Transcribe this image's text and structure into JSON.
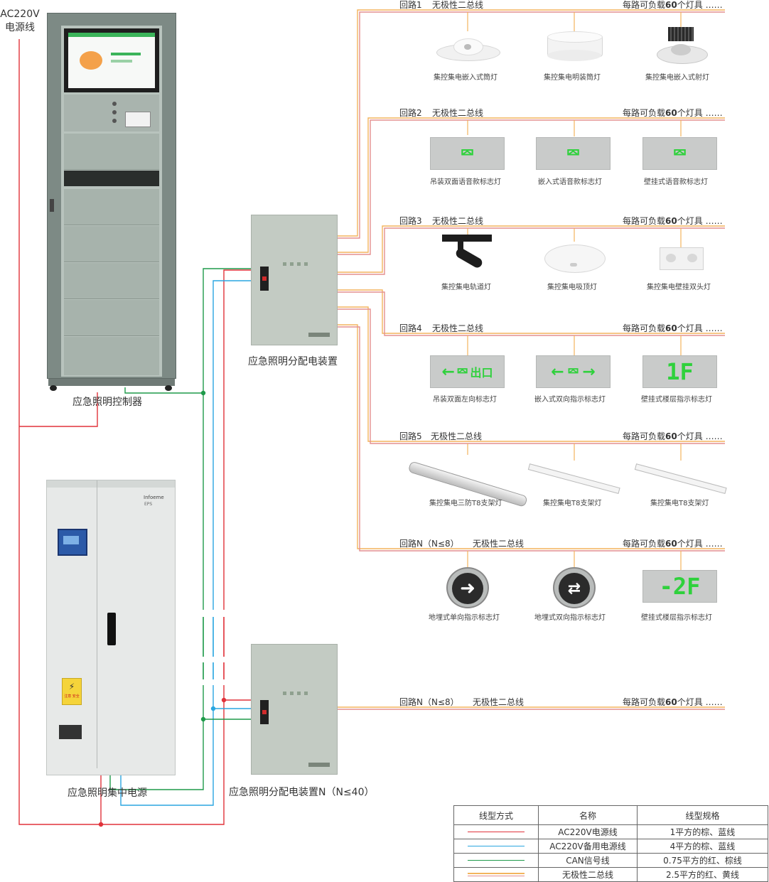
{
  "source_label": {
    "line1": "AC220V",
    "line2": "电源线"
  },
  "controller": {
    "name": "应急照明控制器"
  },
  "power_supply": {
    "name": "应急照明集中电源",
    "brand": "Infoeme",
    "model": "EPS",
    "warning": "注意 安全"
  },
  "distributor_1": {
    "name": "应急照明分配电装置"
  },
  "distributor_n": {
    "name": "应急照明分配电装置N（N≤40）"
  },
  "circuits": [
    {
      "label": "回路1",
      "bus": "无极性二总线",
      "load": "每路可负载",
      "load_num": "60",
      "load_unit": "个灯具",
      "dots": "……",
      "fixtures": [
        "集控集电嵌入式筒灯",
        "集控集电明装筒灯",
        "集控集电嵌入式射灯"
      ]
    },
    {
      "label": "回路2",
      "bus": "无极性二总线",
      "load": "每路可负载",
      "load_num": "60",
      "load_unit": "个灯具",
      "dots": "……",
      "fixtures": [
        "吊装双面语音款标志灯",
        "嵌入式语音款标志灯",
        "壁挂式语音款标志灯"
      ]
    },
    {
      "label": "回路3",
      "bus": "无极性二总线",
      "load": "每路可负载",
      "load_num": "60",
      "load_unit": "个灯具",
      "dots": "……",
      "fixtures": [
        "集控集电轨道灯",
        "集控集电吸顶灯",
        "集控集电壁挂双头灯"
      ]
    },
    {
      "label": "回路4",
      "bus": "无极性二总线",
      "load": "每路可负载",
      "load_num": "60",
      "load_unit": "个灯具",
      "dots": "……",
      "fixtures": [
        "吊装双面左向标志灯",
        "嵌入式双向指示标志灯",
        "壁挂式楼层指示标志灯"
      ]
    },
    {
      "label": "回路5",
      "bus": "无极性二总线",
      "load": "每路可负载",
      "load_num": "60",
      "load_unit": "个灯具",
      "dots": "……",
      "fixtures": [
        "集控集电三防T8支架灯",
        "集控集电T8支架灯",
        "集控集电T8支架灯"
      ]
    },
    {
      "label": "回路N（N≤8）",
      "bus": "无极性二总线",
      "load": "每路可负载",
      "load_num": "60",
      "load_unit": "个灯具",
      "dots": "……",
      "fixtures": [
        "地埋式单向指示标志灯",
        "地埋式双向指示标志灯",
        "壁挂式楼层指示标志灯"
      ]
    },
    {
      "label": "回路N（N≤8）",
      "bus": "无极性二总线",
      "load": "每路可负载",
      "load_num": "60",
      "load_unit": "个灯具",
      "dots": "……",
      "fixtures": []
    }
  ],
  "sign_text": {
    "floor1": "1F",
    "floor2": "-2F",
    "exit_text": "出口"
  },
  "legend": {
    "headers": [
      "线型方式",
      "名称",
      "线型规格"
    ],
    "rows": [
      {
        "color": "#e0323a",
        "name": "AC220V电源线",
        "spec": "1平方的棕、蓝线"
      },
      {
        "color": "#2aa6e0",
        "name": "AC220V备用电源线",
        "spec": "4平方的棕、蓝线"
      },
      {
        "color": "#1e9a4a",
        "name": "CAN信号线",
        "spec": "0.75平方的红、棕线"
      },
      {
        "color": "#f2b45a",
        "name": "无极性二总线",
        "spec": "2.5平方的红、黄线"
      }
    ]
  },
  "colors": {
    "power": "#e0323a",
    "backup": "#2aa6e0",
    "can": "#1e9a4a",
    "bus_a": "#f7c27a",
    "bus_b": "#e8a0a0",
    "sign_green": "#2fd13c"
  }
}
